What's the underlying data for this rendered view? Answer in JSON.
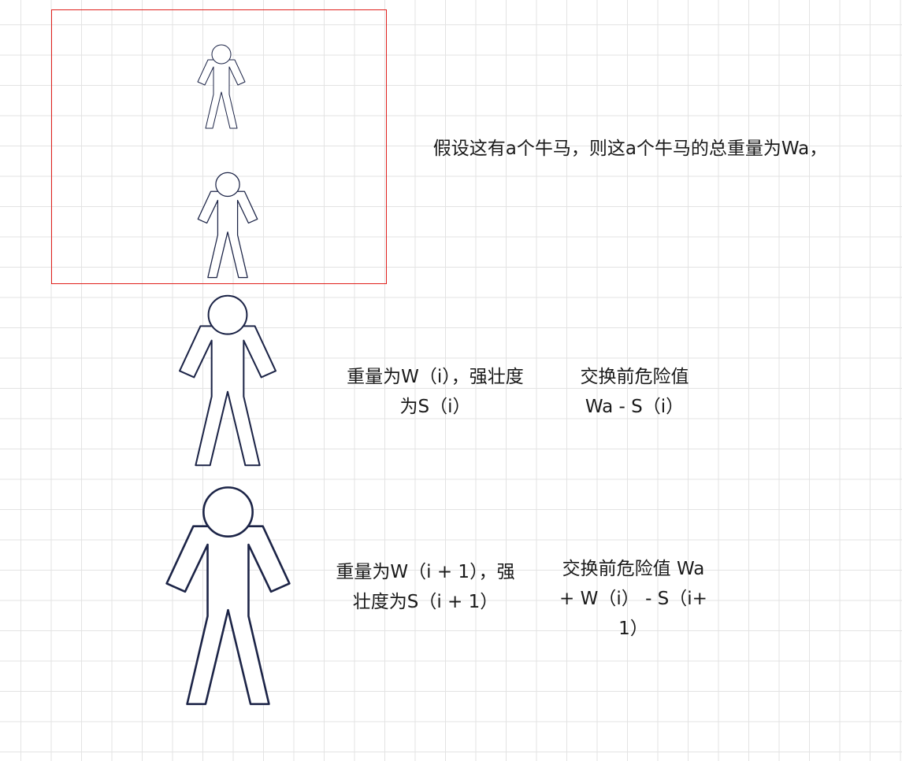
{
  "diagram": {
    "group_note": "假设这有a个牛马，则这a个牛马的总重量为Wa，",
    "person_i": {
      "label": "重量为W（i），强壮度为S（i）",
      "danger": "交换前危险值 Wa - S（i）"
    },
    "person_i1": {
      "label": "重量为W（i + 1），强壮度为S（i + 1）",
      "danger": "交换前危险值 Wa + W（i） - S（i+ 1）"
    }
  }
}
